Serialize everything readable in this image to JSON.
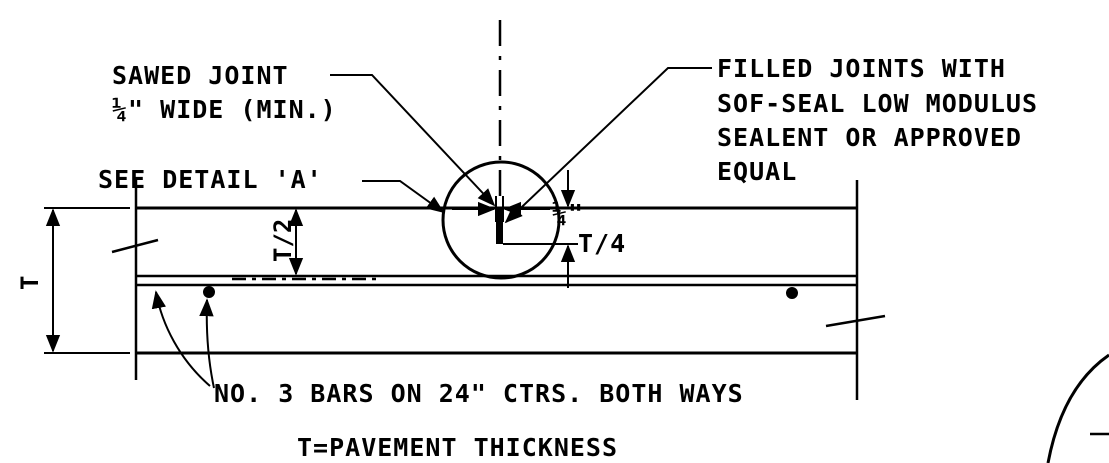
{
  "labels": {
    "sawed_joint_line1": "SAWED JOINT",
    "sawed_joint_line2": "¼\" WIDE (MIN.)",
    "filled_joints_line1": "FILLED JOINTS WITH",
    "filled_joints_line2": "SOF-SEAL LOW MODULUS",
    "filled_joints_line3": "SEALENT OR APPROVED",
    "filled_joints_line4": "EQUAL",
    "see_detail": "SEE DETAIL 'A'",
    "joint_width": "¼\"",
    "half_thickness": "T/2",
    "quarter_thickness": "T/4",
    "thickness": "T",
    "bars": "NO. 3 BARS ON 24\" CTRS. BOTH WAYS",
    "legend": "T=PAVEMENT THICKNESS"
  }
}
